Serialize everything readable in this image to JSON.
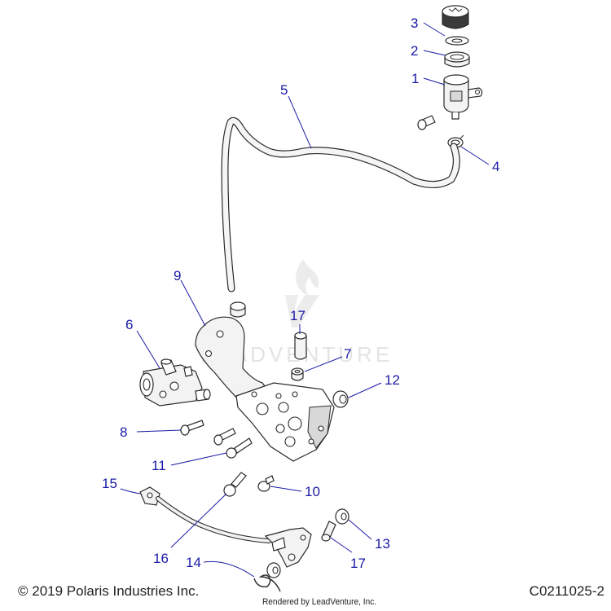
{
  "diagram": {
    "watermark": {
      "text": "LEADVENTURE",
      "color": "#e4e4e4"
    },
    "callout_color": "#1a1aa6",
    "callouts": [
      "1",
      "2",
      "3",
      "4",
      "5",
      "6",
      "7",
      "8",
      "9",
      "10",
      "11",
      "12",
      "13",
      "14",
      "15",
      "16",
      "17",
      "17"
    ]
  },
  "footer": {
    "copyright": "© 2019 Polaris Industries Inc.",
    "render_credit": "Rendered by LeadVenture, Inc.",
    "diagram_code": "C0211025-2"
  }
}
